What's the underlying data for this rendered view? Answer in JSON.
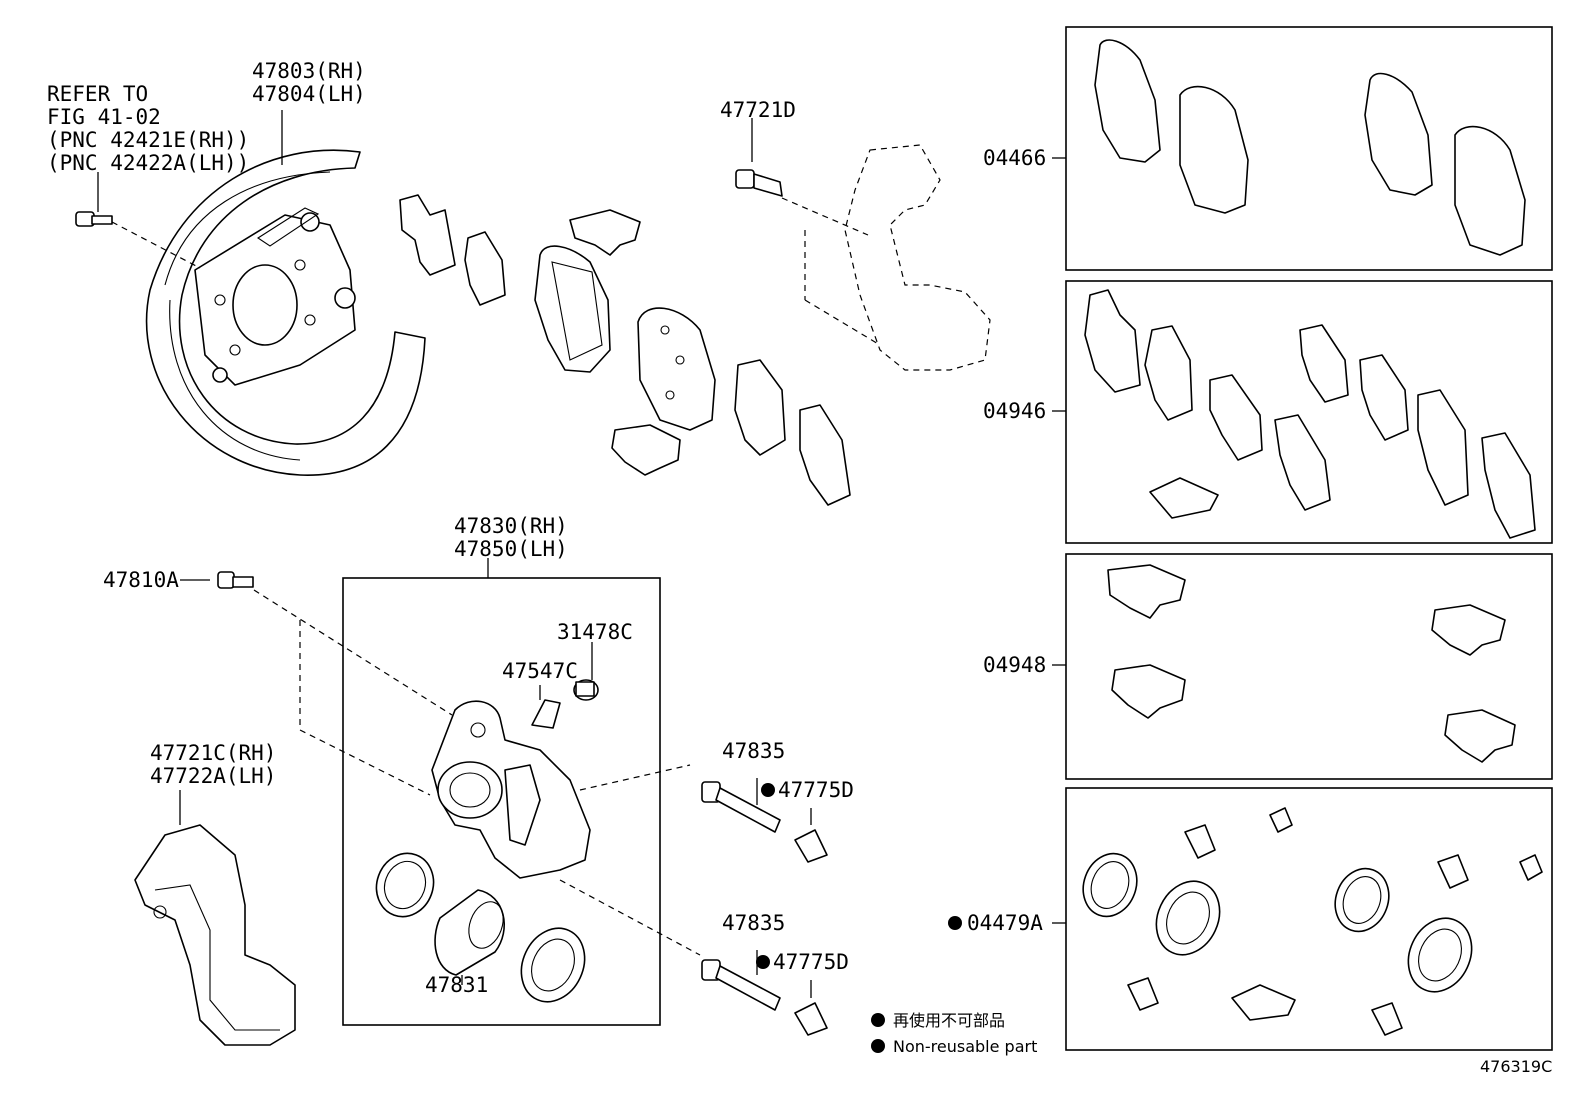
{
  "refer_note": [
    "REFER TO",
    "FIG 41-02",
    "(PNC 42421E(RH))",
    "(PNC 42422A(LH))"
  ],
  "parts": {
    "dust_cover": [
      "47803(RH)",
      "47804(LH)"
    ],
    "bolt_47721d": "47721D",
    "caliper_assy": [
      "47830(RH)",
      "47850(LH)"
    ],
    "bolt_47810a": "47810A",
    "cap_31478c": "31478C",
    "bleeder_47547c": "47547C",
    "mounting": [
      "47721C(RH)",
      "47722A(LH)"
    ],
    "slide_pin_upper": "47835",
    "boot_upper": "47775D",
    "slide_pin_lower": "47835",
    "boot_lower": "47775D",
    "piston_47831": "47831"
  },
  "kits": {
    "pad_kit": "04466",
    "shim_kit": "04946",
    "fitting_kit": "04948",
    "cylinder_kit": "04479A"
  },
  "legend": {
    "japanese": "再使用不可部品",
    "english": "Non-reusable part"
  },
  "figure_id": "476319C"
}
